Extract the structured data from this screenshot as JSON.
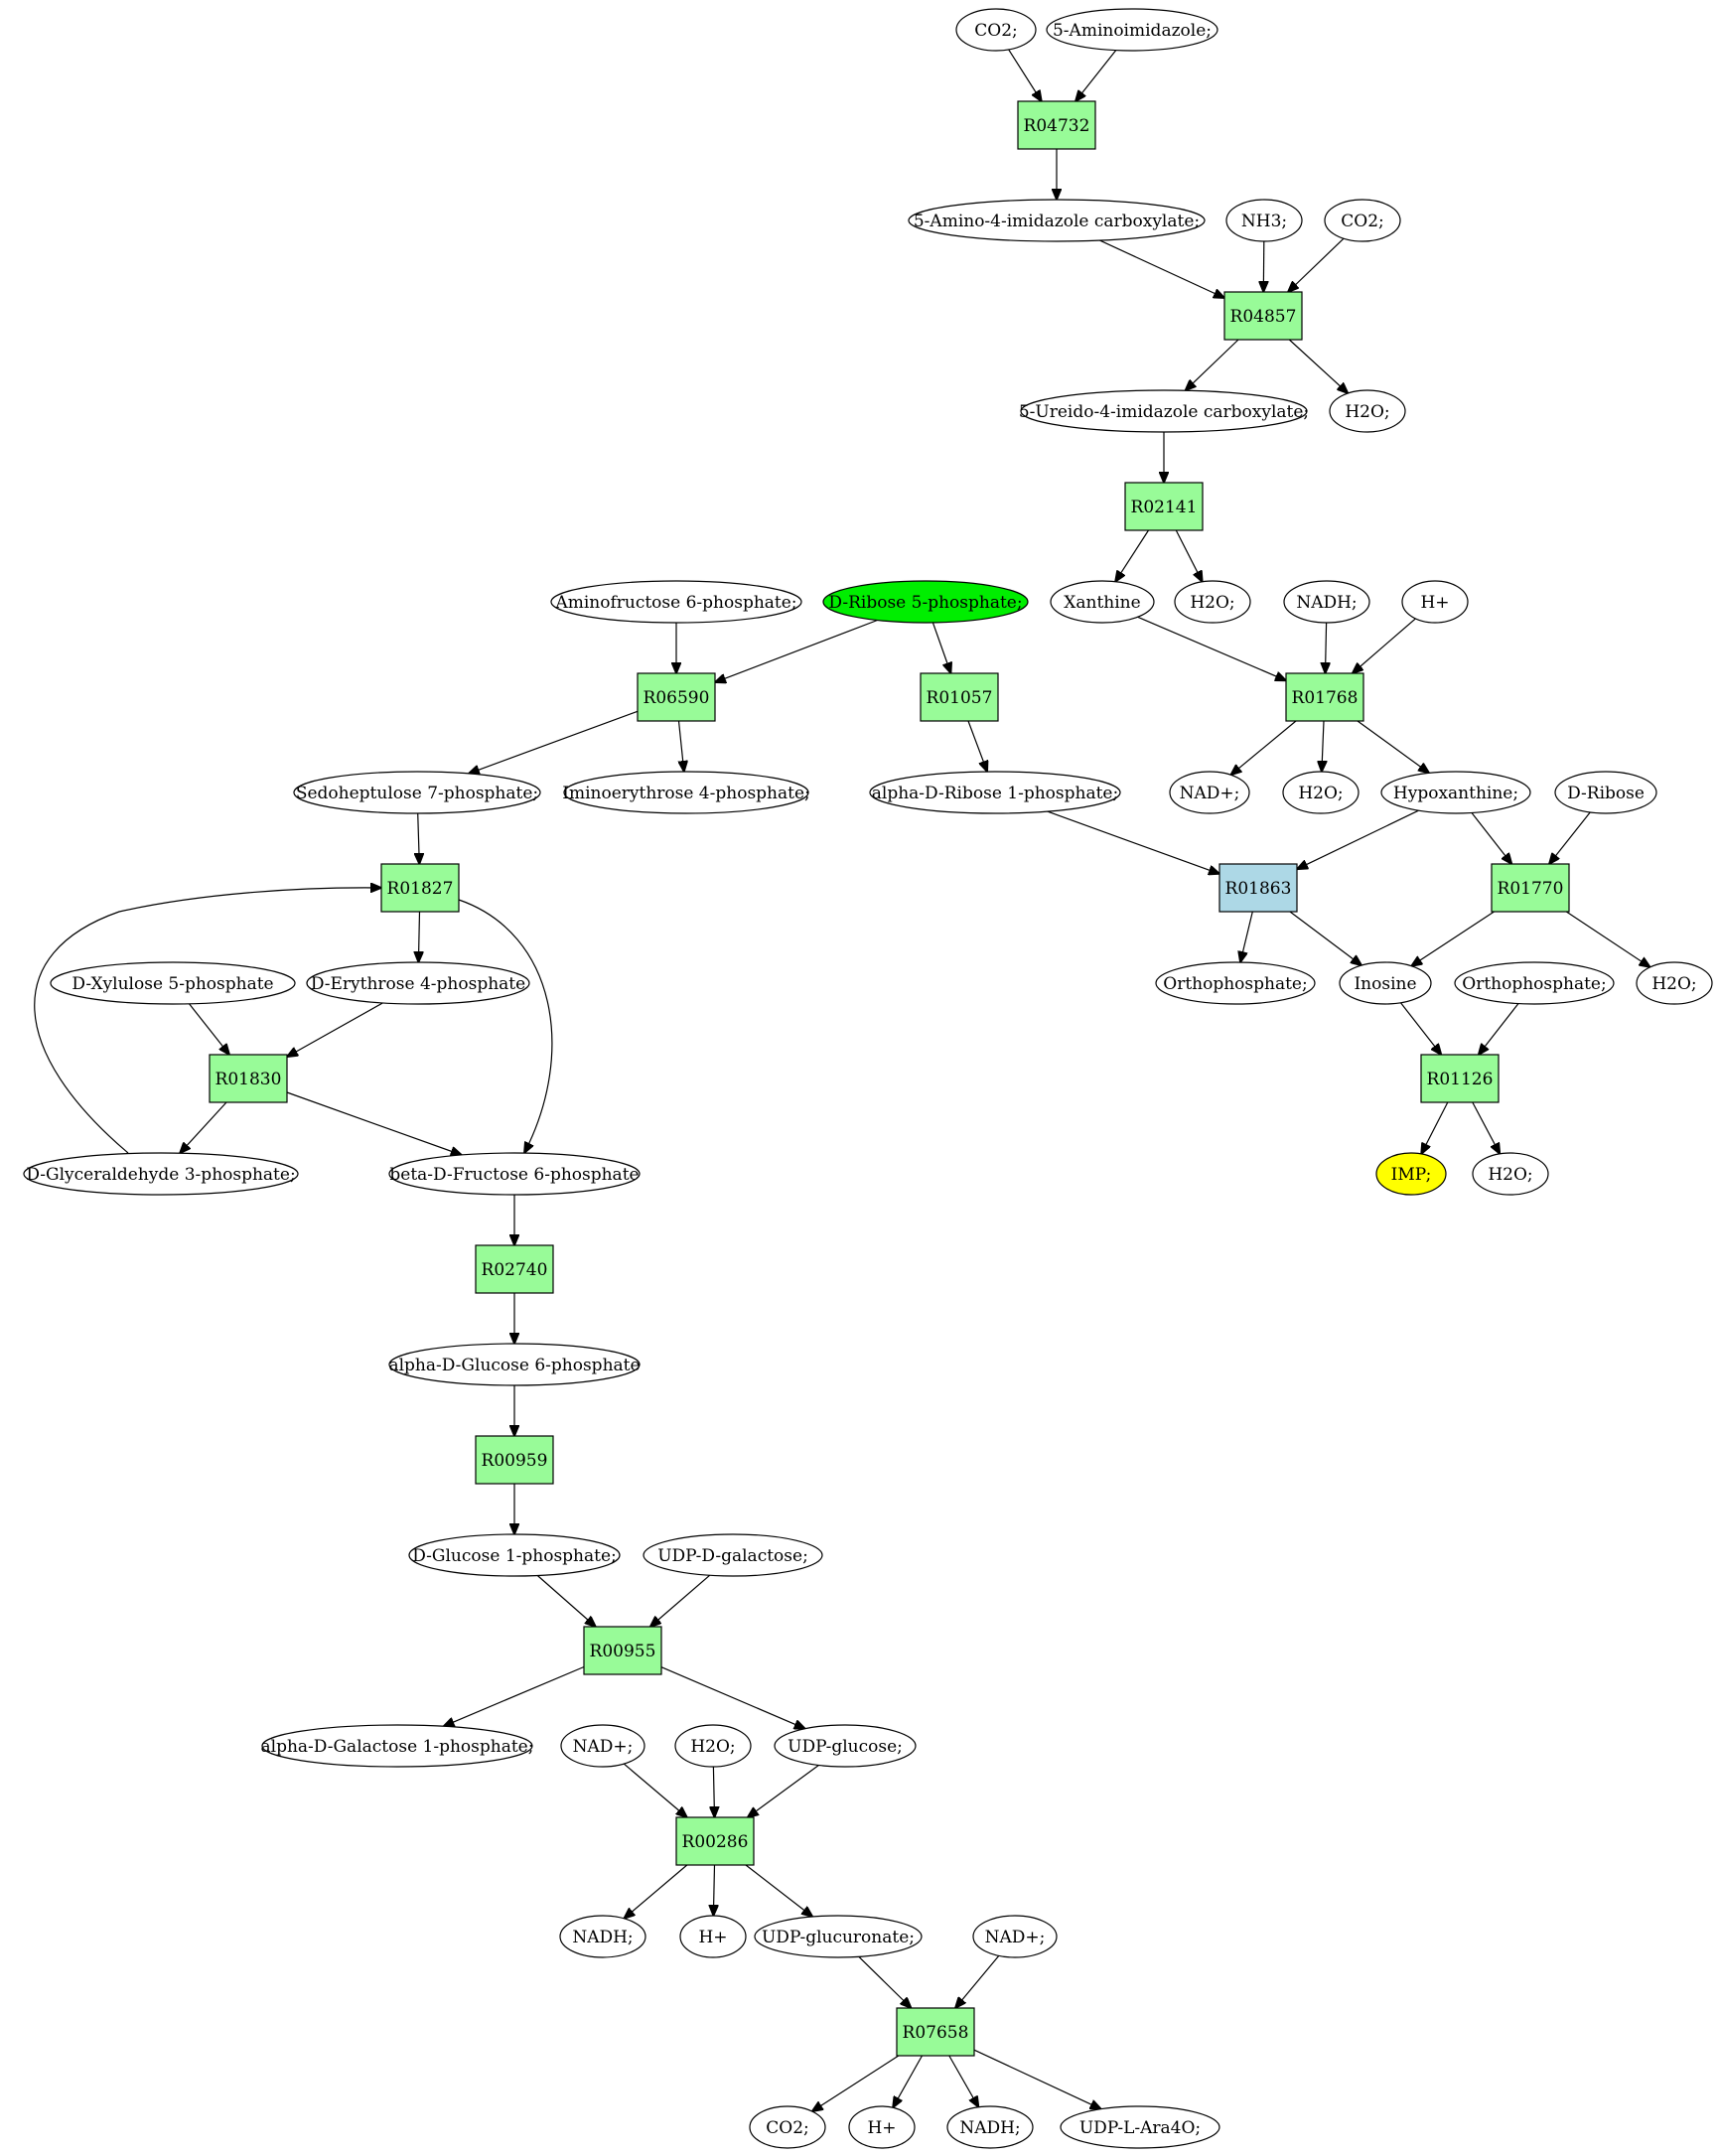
{
  "colors": {
    "reaction": "#98fb98",
    "reaction_highlight": "#add8e6",
    "metabolite": "#ffffff",
    "start": "#00ee00",
    "target": "#ffff00"
  },
  "nodes": [
    {
      "id": "co2_top",
      "label": "CO2;",
      "kind": "metabolite",
      "role": "normal"
    },
    {
      "id": "aminoimidazole",
      "label": "5-Aminoimidazole;",
      "kind": "metabolite",
      "role": "normal"
    },
    {
      "id": "R04732",
      "label": "R04732",
      "kind": "reaction",
      "role": "normal"
    },
    {
      "id": "aica",
      "label": "5-Amino-4-imidazole carboxylate;",
      "kind": "metabolite",
      "role": "normal"
    },
    {
      "id": "nh3",
      "label": "NH3;",
      "kind": "metabolite",
      "role": "normal"
    },
    {
      "id": "co2_2",
      "label": "CO2;",
      "kind": "metabolite",
      "role": "normal"
    },
    {
      "id": "R04857",
      "label": "R04857",
      "kind": "reaction",
      "role": "normal"
    },
    {
      "id": "ureido",
      "label": "5-Ureido-4-imidazole carboxylate;",
      "kind": "metabolite",
      "role": "normal"
    },
    {
      "id": "h2o_1",
      "label": "H2O;",
      "kind": "metabolite",
      "role": "normal"
    },
    {
      "id": "R02141",
      "label": "R02141",
      "kind": "reaction",
      "role": "normal"
    },
    {
      "id": "xanthine",
      "label": "Xanthine",
      "kind": "metabolite",
      "role": "normal"
    },
    {
      "id": "h2o_2",
      "label": "H2O;",
      "kind": "metabolite",
      "role": "normal"
    },
    {
      "id": "nadh_1",
      "label": "NADH;",
      "kind": "metabolite",
      "role": "normal"
    },
    {
      "id": "hplus_1",
      "label": "H+",
      "kind": "metabolite",
      "role": "normal"
    },
    {
      "id": "aminofructose",
      "label": "Aminofructose 6-phosphate;",
      "kind": "metabolite",
      "role": "normal"
    },
    {
      "id": "ribose5p",
      "label": "D-Ribose 5-phosphate;",
      "kind": "metabolite",
      "role": "start"
    },
    {
      "id": "R06590",
      "label": "R06590",
      "kind": "reaction",
      "role": "normal"
    },
    {
      "id": "R01057",
      "label": "R01057",
      "kind": "reaction",
      "role": "normal"
    },
    {
      "id": "R01768",
      "label": "R01768",
      "kind": "reaction",
      "role": "normal"
    },
    {
      "id": "sedo7p",
      "label": "Sedoheptulose 7-phosphate;",
      "kind": "metabolite",
      "role": "normal"
    },
    {
      "id": "iminoery",
      "label": "Iminoerythrose 4-phosphate;",
      "kind": "metabolite",
      "role": "normal"
    },
    {
      "id": "ribose1p",
      "label": "alpha-D-Ribose 1-phosphate;",
      "kind": "metabolite",
      "role": "normal"
    },
    {
      "id": "nadplus_1",
      "label": "NAD+;",
      "kind": "metabolite",
      "role": "normal"
    },
    {
      "id": "h2o_3",
      "label": "H2O;",
      "kind": "metabolite",
      "role": "normal"
    },
    {
      "id": "hypoxanthine",
      "label": "Hypoxanthine;",
      "kind": "metabolite",
      "role": "normal"
    },
    {
      "id": "dribose",
      "label": "D-Ribose",
      "kind": "metabolite",
      "role": "normal"
    },
    {
      "id": "R01827",
      "label": "R01827",
      "kind": "reaction",
      "role": "normal"
    },
    {
      "id": "R01863",
      "label": "R01863",
      "kind": "reaction",
      "role": "highlight"
    },
    {
      "id": "R01770",
      "label": "R01770",
      "kind": "reaction",
      "role": "normal"
    },
    {
      "id": "xylulose5p",
      "label": "D-Xylulose 5-phosphate",
      "kind": "metabolite",
      "role": "normal"
    },
    {
      "id": "erythrose4p",
      "label": "D-Erythrose 4-phosphate",
      "kind": "metabolite",
      "role": "normal"
    },
    {
      "id": "ortho_1",
      "label": "Orthophosphate;",
      "kind": "metabolite",
      "role": "normal"
    },
    {
      "id": "inosine",
      "label": "Inosine",
      "kind": "metabolite",
      "role": "normal"
    },
    {
      "id": "ortho_2",
      "label": "Orthophosphate;",
      "kind": "metabolite",
      "role": "normal"
    },
    {
      "id": "h2o_4",
      "label": "H2O;",
      "kind": "metabolite",
      "role": "normal"
    },
    {
      "id": "R01830",
      "label": "R01830",
      "kind": "reaction",
      "role": "normal"
    },
    {
      "id": "R01126",
      "label": "R01126",
      "kind": "reaction",
      "role": "normal"
    },
    {
      "id": "g3p",
      "label": "D-Glyceraldehyde 3-phosphate;",
      "kind": "metabolite",
      "role": "normal"
    },
    {
      "id": "f6p",
      "label": "beta-D-Fructose 6-phosphate",
      "kind": "metabolite",
      "role": "normal"
    },
    {
      "id": "imp",
      "label": "IMP;",
      "kind": "metabolite",
      "role": "target"
    },
    {
      "id": "h2o_5",
      "label": "H2O;",
      "kind": "metabolite",
      "role": "normal"
    },
    {
      "id": "R02740",
      "label": "R02740",
      "kind": "reaction",
      "role": "normal"
    },
    {
      "id": "g6p",
      "label": "alpha-D-Glucose 6-phosphate",
      "kind": "metabolite",
      "role": "normal"
    },
    {
      "id": "R00959",
      "label": "R00959",
      "kind": "reaction",
      "role": "normal"
    },
    {
      "id": "g1p",
      "label": "D-Glucose 1-phosphate;",
      "kind": "metabolite",
      "role": "normal"
    },
    {
      "id": "udpgal",
      "label": "UDP-D-galactose;",
      "kind": "metabolite",
      "role": "normal"
    },
    {
      "id": "R00955",
      "label": "R00955",
      "kind": "reaction",
      "role": "normal"
    },
    {
      "id": "gal1p",
      "label": "alpha-D-Galactose 1-phosphate;",
      "kind": "metabolite",
      "role": "normal"
    },
    {
      "id": "nadplus_2",
      "label": "NAD+;",
      "kind": "metabolite",
      "role": "normal"
    },
    {
      "id": "h2o_6",
      "label": "H2O;",
      "kind": "metabolite",
      "role": "normal"
    },
    {
      "id": "udpglc",
      "label": "UDP-glucose;",
      "kind": "metabolite",
      "role": "normal"
    },
    {
      "id": "R00286",
      "label": "R00286",
      "kind": "reaction",
      "role": "normal"
    },
    {
      "id": "nadh_2",
      "label": "NADH;",
      "kind": "metabolite",
      "role": "normal"
    },
    {
      "id": "hplus_2",
      "label": "H+",
      "kind": "metabolite",
      "role": "normal"
    },
    {
      "id": "udpglcA",
      "label": "UDP-glucuronate;",
      "kind": "metabolite",
      "role": "normal"
    },
    {
      "id": "nadplus_3",
      "label": "NAD+;",
      "kind": "metabolite",
      "role": "normal"
    },
    {
      "id": "R07658",
      "label": "R07658",
      "kind": "reaction",
      "role": "normal"
    },
    {
      "id": "co2_3",
      "label": "CO2;",
      "kind": "metabolite",
      "role": "normal"
    },
    {
      "id": "hplus_3",
      "label": "H+",
      "kind": "metabolite",
      "role": "normal"
    },
    {
      "id": "nadh_3",
      "label": "NADH;",
      "kind": "metabolite",
      "role": "normal"
    },
    {
      "id": "udpara",
      "label": "UDP-L-Ara4O;",
      "kind": "metabolite",
      "role": "normal"
    }
  ],
  "edges": [
    {
      "from": "co2_top",
      "to": "R04732"
    },
    {
      "from": "aminoimidazole",
      "to": "R04732"
    },
    {
      "from": "R04732",
      "to": "aica"
    },
    {
      "from": "aica",
      "to": "R04857"
    },
    {
      "from": "nh3",
      "to": "R04857"
    },
    {
      "from": "co2_2",
      "to": "R04857"
    },
    {
      "from": "R04857",
      "to": "ureido"
    },
    {
      "from": "R04857",
      "to": "h2o_1"
    },
    {
      "from": "ureido",
      "to": "R02141"
    },
    {
      "from": "R02141",
      "to": "xanthine"
    },
    {
      "from": "R02141",
      "to": "h2o_2"
    },
    {
      "from": "xanthine",
      "to": "R01768"
    },
    {
      "from": "nadh_1",
      "to": "R01768"
    },
    {
      "from": "hplus_1",
      "to": "R01768"
    },
    {
      "from": "R01768",
      "to": "nadplus_1"
    },
    {
      "from": "R01768",
      "to": "h2o_3"
    },
    {
      "from": "R01768",
      "to": "hypoxanthine"
    },
    {
      "from": "aminofructose",
      "to": "R06590"
    },
    {
      "from": "ribose5p",
      "to": "R06590"
    },
    {
      "from": "ribose5p",
      "to": "R01057"
    },
    {
      "from": "R06590",
      "to": "sedo7p"
    },
    {
      "from": "R06590",
      "to": "iminoery"
    },
    {
      "from": "R01057",
      "to": "ribose1p"
    },
    {
      "from": "ribose1p",
      "to": "R01863"
    },
    {
      "from": "hypoxanthine",
      "to": "R01863"
    },
    {
      "from": "hypoxanthine",
      "to": "R01770"
    },
    {
      "from": "dribose",
      "to": "R01770"
    },
    {
      "from": "R01863",
      "to": "ortho_1"
    },
    {
      "from": "R01863",
      "to": "inosine"
    },
    {
      "from": "R01770",
      "to": "inosine"
    },
    {
      "from": "R01770",
      "to": "h2o_4"
    },
    {
      "from": "inosine",
      "to": "R01126"
    },
    {
      "from": "ortho_2",
      "to": "R01126"
    },
    {
      "from": "R01126",
      "to": "imp"
    },
    {
      "from": "R01126",
      "to": "h2o_5"
    },
    {
      "from": "sedo7p",
      "to": "R01827"
    },
    {
      "from": "g3p",
      "to": "R01827"
    },
    {
      "from": "R01827",
      "to": "erythrose4p"
    },
    {
      "from": "R01827",
      "to": "f6p"
    },
    {
      "from": "xylulose5p",
      "to": "R01830"
    },
    {
      "from": "erythrose4p",
      "to": "R01830"
    },
    {
      "from": "R01830",
      "to": "g3p"
    },
    {
      "from": "R01830",
      "to": "f6p"
    },
    {
      "from": "f6p",
      "to": "R02740"
    },
    {
      "from": "R02740",
      "to": "g6p"
    },
    {
      "from": "g6p",
      "to": "R00959"
    },
    {
      "from": "R00959",
      "to": "g1p"
    },
    {
      "from": "g1p",
      "to": "R00955"
    },
    {
      "from": "udpgal",
      "to": "R00955"
    },
    {
      "from": "R00955",
      "to": "gal1p"
    },
    {
      "from": "R00955",
      "to": "udpglc"
    },
    {
      "from": "nadplus_2",
      "to": "R00286"
    },
    {
      "from": "h2o_6",
      "to": "R00286"
    },
    {
      "from": "udpglc",
      "to": "R00286"
    },
    {
      "from": "R00286",
      "to": "nadh_2"
    },
    {
      "from": "R00286",
      "to": "hplus_2"
    },
    {
      "from": "R00286",
      "to": "udpglcA"
    },
    {
      "from": "udpglcA",
      "to": "R07658"
    },
    {
      "from": "nadplus_3",
      "to": "R07658"
    },
    {
      "from": "R07658",
      "to": "co2_3"
    },
    {
      "from": "R07658",
      "to": "hplus_3"
    },
    {
      "from": "R07658",
      "to": "nadh_3"
    },
    {
      "from": "R07658",
      "to": "udpara"
    }
  ]
}
